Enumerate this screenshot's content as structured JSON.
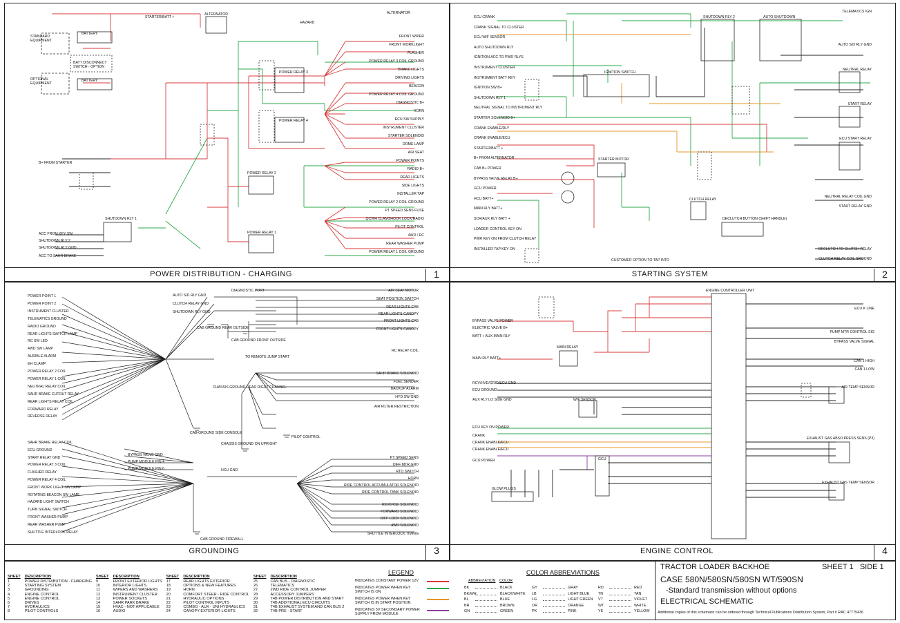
{
  "quadrants": [
    {
      "title": "POWER DISTRIBUTION - CHARGING",
      "number": "1"
    },
    {
      "title": "STARTING SYSTEM",
      "number": "2"
    },
    {
      "title": "GROUNDING",
      "number": "3"
    },
    {
      "title": "ENGINE CONTROL",
      "number": "4"
    }
  ],
  "q1": {
    "left_labels": [
      "STANDARD EQUIPMENT",
      "OPTIONAL EQUIPMENT",
      "BATTERY",
      "BATT DISCONNECT SWITCH - OPTION",
      "BATTERY",
      "ALTERNATOR",
      "B+ FROM STARTER",
      "ACC FROM KEY SW",
      "SHUTDOWN RLY 2",
      "SHUTDOWN RLY GND",
      "ACC TO SAHR BRAKE",
      "SHUTDOWN RLY 1"
    ],
    "top_labels": [
      "STARTER/BATT +",
      "ALTERNATOR",
      "HAZARD"
    ],
    "relays": [
      "POWER RELAY 3",
      "POWER RELAY 4",
      "POWER RELAY 2",
      "POWER RELAY 1"
    ],
    "right_labels": [
      "FRONT WIPER",
      "FRONT WORKLIGHT",
      "FLASHER",
      "POWER RELAY 3 COIL GROUND",
      "BRAKE LIGHTS",
      "DRIVING LIGHTS",
      "BEACON",
      "POWER RELAY 4 COIL GROUND",
      "DIAGNOSTIC B+",
      "HORN",
      "ECU SW SUPPLY",
      "INSTRUMENT CLUSTER",
      "STARTER SOLENOID",
      "DOME LAMP",
      "AIR SEAT",
      "POWER POINTS",
      "RADIO B+",
      "REAR LIGHTS",
      "SIDE LIGHTS",
      "INSTALLER TAP",
      "POWER RELAY 2 COIL GROUND",
      "PT SPEED SENS FUSE",
      "QCWH CLAMSHOOK LOCK/RADIO",
      "PILOT CONTROL",
      "4WD / RC",
      "REAR WASHER PUMP",
      "POWER RELAY 1 COIL GROUND"
    ]
  },
  "q2": {
    "left_labels": [
      "ECU CRANK",
      "CRANK SIGNAL TO CLUSTER",
      "ECU WIF SENSOR",
      "AUTO SHUTDOWN RLY",
      "IGNITION ACC TO PWR RLYS",
      "INSTRUMENT CLUSTER",
      "INSTRUMENT BATT KEY",
      "IGNITION SW B+",
      "SHUTDOWN RLY 1",
      "NEUTRAL SIGNAL TO INSTRUMENT RLY",
      "STARTER SOLENOID B+",
      "CRANK ENABLE/RLY",
      "CRANK ENABLE/ECU",
      "STARTER/BATT +",
      "B+ FROM ALTERNATOR",
      "CAB B+ POWER",
      "BYPASS VALVE RELAY B+",
      "GCU POWER",
      "HCU BATT+",
      "MAIN RLY BATT+",
      "SCR/AUX RLY BATT +",
      "LOADER CONTROL KEY ON",
      "PWR KEY ON FROM CLUTCH RELAY",
      "INSTALLER TAP KEY ON"
    ],
    "components": [
      "SHUTDOWN RLY 2",
      "AUTO SHUTDOWN",
      "IGNITION SWITCH",
      "STARTER MOTOR",
      "CLUTCH RELAY",
      "DECLUTCH BUTTON (SHIFT HANDLE)"
    ],
    "right_labels": [
      "TELEMATICS IGN",
      "AUTO S/D RLY GND",
      "NEUTRAL RELAY",
      "START RELAY",
      "ECU START RELAY",
      "NEUTRAL RELAY COIL GND",
      "START RELAY GND",
      "DECLUTCH TO CLUTCH RELAY",
      "CLUTCH RELAY COIL GROUND"
    ],
    "note": "CUSTOMER OPTION TO TAP INTO"
  },
  "q3": {
    "left_labels": [
      "POWER POINT 1",
      "POWER POINT 2",
      "INSTRUMENT CLUSTER",
      "TELEMATICS GROUND",
      "RADIO GROUND",
      "REAR LIGHTS SWITCH LAMP",
      "RC SW LED",
      "4WD SW LAMP",
      "AUDIBLE ALARM",
      "EH CLAMP",
      "POWER RELAY 2 COIL",
      "POWER RELAY 1 COIL",
      "NEUTRAL RELAY COIL",
      "SAHR BRAKE CUTOUT RELAY",
      "REAR LIGHTS RELAY COIL",
      "FORWARD RELAY",
      "REVERSE RELAY",
      "SAHR BRAKE RELAY COIL",
      "ECU GROUND",
      "START RELAY GND",
      "POWER RELAY 3 COIL",
      "FLASHER RELAY",
      "POWER RELAY 4 COIL",
      "FRONT WORK LIGHT SW LAMP",
      "ROTATING BEACON SW LAMP",
      "HAZARD LIGHT SWITCH",
      "TURN SIGNAL SWITCH",
      "FRONT WASHER PUMP",
      "REAR WASHER PUMP",
      "SHUTTLE INTERLOCK RELAY"
    ],
    "mid_labels": [
      "AUTO S/D RLY GND",
      "CLUTCH RELAY GND",
      "SHUTDOWN RLY GND",
      "DIAGNOSTIC PORT",
      "CAB GROUND REAR OUTSIDE",
      "CAB GROUND FRONT OUTSIDE",
      "TO REMOTE JUMP START",
      "CHASSIS GROUND REAR RIGHT CHANNEL",
      "CAB GROUND SIDE CONSOLE",
      "CHASSIS GROUND ON UPRIGHT",
      "BYPASS VALVE GND",
      "PUMP MODULE PIN 4",
      "PUMP MODULE PIN 6",
      "HCU GND",
      "CAB GROUND FIREWALL",
      "PILOT CONTROL"
    ],
    "right_labels": [
      "AIR SEAT MOTOR",
      "SEAT POSITION SWITCH",
      "REAR LIGHTS CAB",
      "REAR LIGHTS CANOPY",
      "FRONT LIGHTS CAB",
      "FRONT LIGHTS CANOPY",
      "RC RELAY COIL",
      "SAHR BRAKE SOLENOID",
      "FUEL SENDER",
      "BACKUP ALARM",
      "HYD SW GND",
      "AIR FILTER RESTRICTION",
      "PT SPEED SENS",
      "DIFF MTR GND",
      "RTD SWITCH",
      "HORN",
      "RIDE CONTROL ACCUMULATOR SOLENOID",
      "RIDE CONTROL TANK SOLENOID",
      "REVERSE SOLENOID",
      "FORWARD SOLENOID",
      "DIFF LOCK SOLENOID",
      "4WD SOLENOID",
      "SHUTTLE INTERLOCK TIMING"
    ]
  },
  "q4": {
    "left_labels": [
      "BYPASS VALVE POWER",
      "ELECTRIC VALVE B+",
      "BATT + AUX MAIN RLY",
      "MAIN RLY BATT+",
      "RCV/HVD/GRID/ECU GND",
      "ECU GROUND",
      "AUX RLY LO SIDE GND",
      "ECU KEY ON POWER",
      "CRANK",
      "CRANK ENABLE/ECU",
      "CRANK ENABLE/ECU",
      "GCU POWER"
    ],
    "components": [
      "MAIN RELAY",
      "WIF SENSOR",
      "GLOW PLUGS",
      "GCU",
      "ENGINE CONTROLLER UNIT"
    ],
    "right_labels": [
      "ECU K LINE",
      "PUMP MTR CONTROL SIG",
      "BYPASS VALVE SIGNAL",
      "CAN 1 HIGH",
      "CAN 1 LOW",
      "AIR TEMP SENSOR",
      "EXHAUST GAS ABSO PRESS SENS (P3)",
      "EXHAUST GAS TEMP SENSOR"
    ]
  },
  "sheet_table": {
    "columns": [
      {
        "h1": "SHEET",
        "h2": "DESCRIPTION",
        "rows": [
          [
            "1",
            "POWER DISTRIBUTION - CHARGING"
          ],
          [
            "2",
            "STARTING SYSTEM"
          ],
          [
            "3",
            "GROUNDING"
          ],
          [
            "4",
            "ENGINE CONTROL"
          ],
          [
            "5",
            "ENGINE CONTROL"
          ],
          [
            "6",
            "DRIVES"
          ],
          [
            "7",
            "HYDRAULICS"
          ],
          [
            "8",
            "PILOT CONTROLS"
          ]
        ]
      },
      {
        "h1": "SHEET",
        "h2": "DESCRIPTION",
        "rows": [
          [
            "9",
            "FRONT EXTERIOR LIGHTS"
          ],
          [
            "10",
            "INTERIOR LIGHTS"
          ],
          [
            "11",
            "WIPERS AND WASHERS"
          ],
          [
            "12",
            "INSTRUMENT CLUSTER"
          ],
          [
            "13",
            "POWER SOCKETS"
          ],
          [
            "14",
            "SAHR PARK BRAKE"
          ],
          [
            "15",
            "HVAC - NOT APPLICABLE"
          ],
          [
            "16",
            "AUDIO"
          ]
        ]
      },
      {
        "h1": "SHEET",
        "h2": "DESCRIPTION",
        "rows": [
          [
            "17",
            "REAR LIGHTS EXTERIOR"
          ],
          [
            "18",
            "OPTIONS & NEW FEATURES"
          ],
          [
            "19",
            "HORN"
          ],
          [
            "20",
            "COMFORT STEER - RIDE CONTROL"
          ],
          [
            "21",
            "HYDRAULIC OPTIONS"
          ],
          [
            "22",
            "PILOT CONTROL INPUTS"
          ],
          [
            "23",
            "COMBO - AUX - UNI HYDRAULICS"
          ],
          [
            "24",
            "CANOPY EXTERIOR LIGHTS"
          ]
        ]
      },
      {
        "h1": "SHEET",
        "h2": "DESCRIPTION",
        "rows": [
          [
            "25",
            "CAN BUS - DIAGNOSTIC"
          ],
          [
            "26",
            "TELEMATICS"
          ],
          [
            "27",
            "2WD RIDE CONTROL JUMPER"
          ],
          [
            "28",
            "ACCESSORY JUMPERS"
          ],
          [
            "29",
            "T4B POWER DISTRIBUTION AND START"
          ],
          [
            "30",
            "T4B ADDITIONAL ECU CIRCUITS"
          ],
          [
            "31",
            "T4B EXHAUST SYSTEM AND CAN BUS 2"
          ],
          [
            "32",
            "T4B PRE - START"
          ]
        ]
      }
    ]
  },
  "legend": {
    "title": "LEGEND",
    "rows": [
      {
        "text": "INDICATES CONSTANT POWER 12V",
        "color": "#d83a3a"
      },
      {
        "text": "INDICATES POWER WHEN KEY SWITCH IS ON",
        "color": "#2aa84a"
      },
      {
        "text": "INDICATES POWER WHEN KEY SWITCH IS IN START POSITION",
        "color": "#e8952a"
      },
      {
        "text": "INDICATES 5V SECONDARY POWER SUPPLY FROM MODULE",
        "color": "#8a3fa0"
      }
    ]
  },
  "color_abbrev": {
    "title": "COLOR ABBREVIATIONS",
    "header": [
      "ABBREVIATION",
      "COLOR"
    ],
    "col1": [
      [
        "BK",
        "BLACK"
      ],
      [
        "BK/WH",
        "BLACK/WHITE"
      ],
      [
        "BL",
        "BLUE"
      ],
      [
        "BR",
        "BROWN"
      ],
      [
        "GN",
        "GREEN"
      ]
    ],
    "col2": [
      [
        "GY",
        "GRAY"
      ],
      [
        "LB",
        "LIGHT BLUE"
      ],
      [
        "LG",
        "LIGHT GREEN"
      ],
      [
        "OR",
        "ORANGE"
      ],
      [
        "PK",
        "PINK"
      ]
    ],
    "col3": [
      [
        "RD",
        "RED"
      ],
      [
        "TN",
        "TAN"
      ],
      [
        "VT",
        "VIOLET"
      ],
      [
        "WT",
        "WHITE"
      ],
      [
        "YE",
        "YELLOW"
      ]
    ]
  },
  "title_block": {
    "line1": "TRACTOR LOADER BACKHOE",
    "sheet": "SHEET 1   SIDE 1",
    "line2": "CASE 580N/580SN/580SN WT/590SN",
    "line3": "-Standard transmission without options",
    "line4": "ELECTRICAL SCHEMATIC",
    "footer": "Additional copies of this schematic can be ordered through Technical Publications Distribution System, Part # RAC 47775436"
  },
  "wire_colors": {
    "red": "#d83a3a",
    "green": "#2aa84a",
    "orange": "#e8952a",
    "purple": "#8a3fa0",
    "black": "#222222"
  }
}
